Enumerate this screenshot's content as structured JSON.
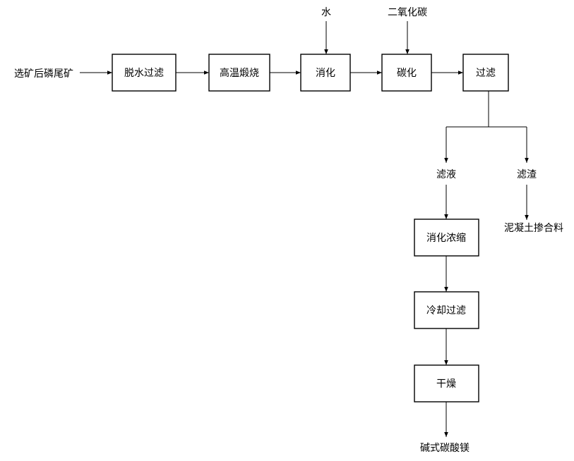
{
  "inputs": {
    "feed": "选矿后磷尾矿",
    "water": "水",
    "co2": "二氧化碳"
  },
  "steps": {
    "dewater_filter": "脱水过滤",
    "calcination": "高温煅烧",
    "digestion": "消化",
    "carbonation": "碳化",
    "filtration": "过滤",
    "digest_concentrate": "消化浓缩",
    "cool_filter": "冷却过滤",
    "drying": "干燥"
  },
  "streams": {
    "filtrate": "滤液",
    "residue": "滤渣"
  },
  "products": {
    "concrete_admixture": "泥凝土掺合料",
    "basic_magnesium_carbonate": "碱式碳酸镁"
  },
  "colors": {
    "stroke": "#000000",
    "text": "#000000",
    "background": "#ffffff"
  }
}
